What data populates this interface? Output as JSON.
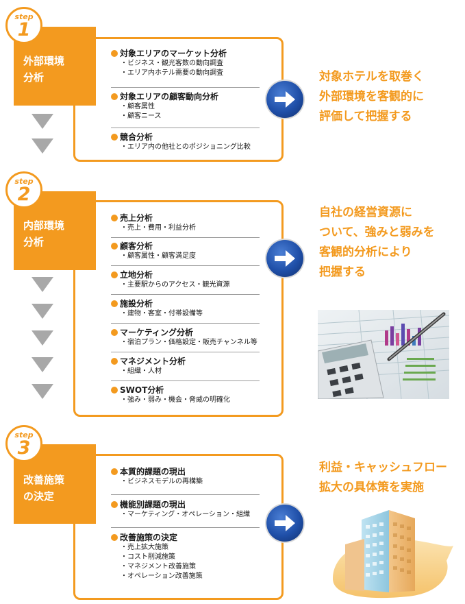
{
  "steps": [
    {
      "badge_word": "step",
      "badge_num": "1",
      "label": [
        "外部環境",
        "分析"
      ],
      "sections": [
        {
          "title": "対象エリアのマーケット分析",
          "items": [
            "ビジネス・観光客数の動向調査",
            "エリア内ホテル需要の動向調査"
          ]
        },
        {
          "title": "対象エリアの顧客動向分析",
          "items": [
            "顧客属性",
            "顧客ニース"
          ]
        },
        {
          "title": "競合分析",
          "items": [
            "エリア内の他社とのポジショニング比較"
          ]
        }
      ],
      "result": [
        "対象ホテルを取巻く",
        "外部環境を客観的に",
        "評価して把握する"
      ]
    },
    {
      "badge_word": "step",
      "badge_num": "2",
      "label": [
        "内部環境",
        "分析"
      ],
      "sections": [
        {
          "title": "売上分析",
          "items": [
            "売上・費用・利益分析"
          ]
        },
        {
          "title": "顧客分析",
          "items": [
            "顧客属性・顧客満足度"
          ]
        },
        {
          "title": "立地分析",
          "items": [
            "主要駅からのアクセス・観光資源"
          ]
        },
        {
          "title": "施設分析",
          "items": [
            "建物・客室・付帯設備等"
          ]
        },
        {
          "title": "マーケティング分析",
          "items": [
            "宿泊プラン・価格設定・販売チャンネル等"
          ]
        },
        {
          "title": "マネジメント分析",
          "items": [
            "組織・人材"
          ]
        },
        {
          "title": "SWOT分析",
          "items": [
            "強み・弱み・機会・脅威の明確化"
          ]
        }
      ],
      "result": [
        "自社の経営資源に",
        "ついて、強みと弱みを",
        "客観的分析により",
        "把握する"
      ]
    },
    {
      "badge_word": "step",
      "badge_num": "3",
      "label": [
        "改善施策",
        "の決定"
      ],
      "sections": [
        {
          "title": "本質的課題の現出",
          "items": [
            "ビジネスモデルの再構築"
          ]
        },
        {
          "title": "機能別課題の現出",
          "items": [
            "マーケティング・オペレーション・組織"
          ]
        },
        {
          "title": "改善施策の決定",
          "items": [
            "売上拡大施策",
            "コスト削減施策",
            "マネジメント改善施策",
            "オペレーション改善施策"
          ]
        }
      ],
      "result": [
        "利益・キャッシュフロー",
        "拡大の具体策を実施"
      ]
    }
  ],
  "colors": {
    "accent": "#f39a1f",
    "arrow": "#1f4fa8",
    "connector": "#a8a8a8"
  },
  "icons": [
    "right-arrow-icon",
    "calculator-photo",
    "building-illustration"
  ]
}
